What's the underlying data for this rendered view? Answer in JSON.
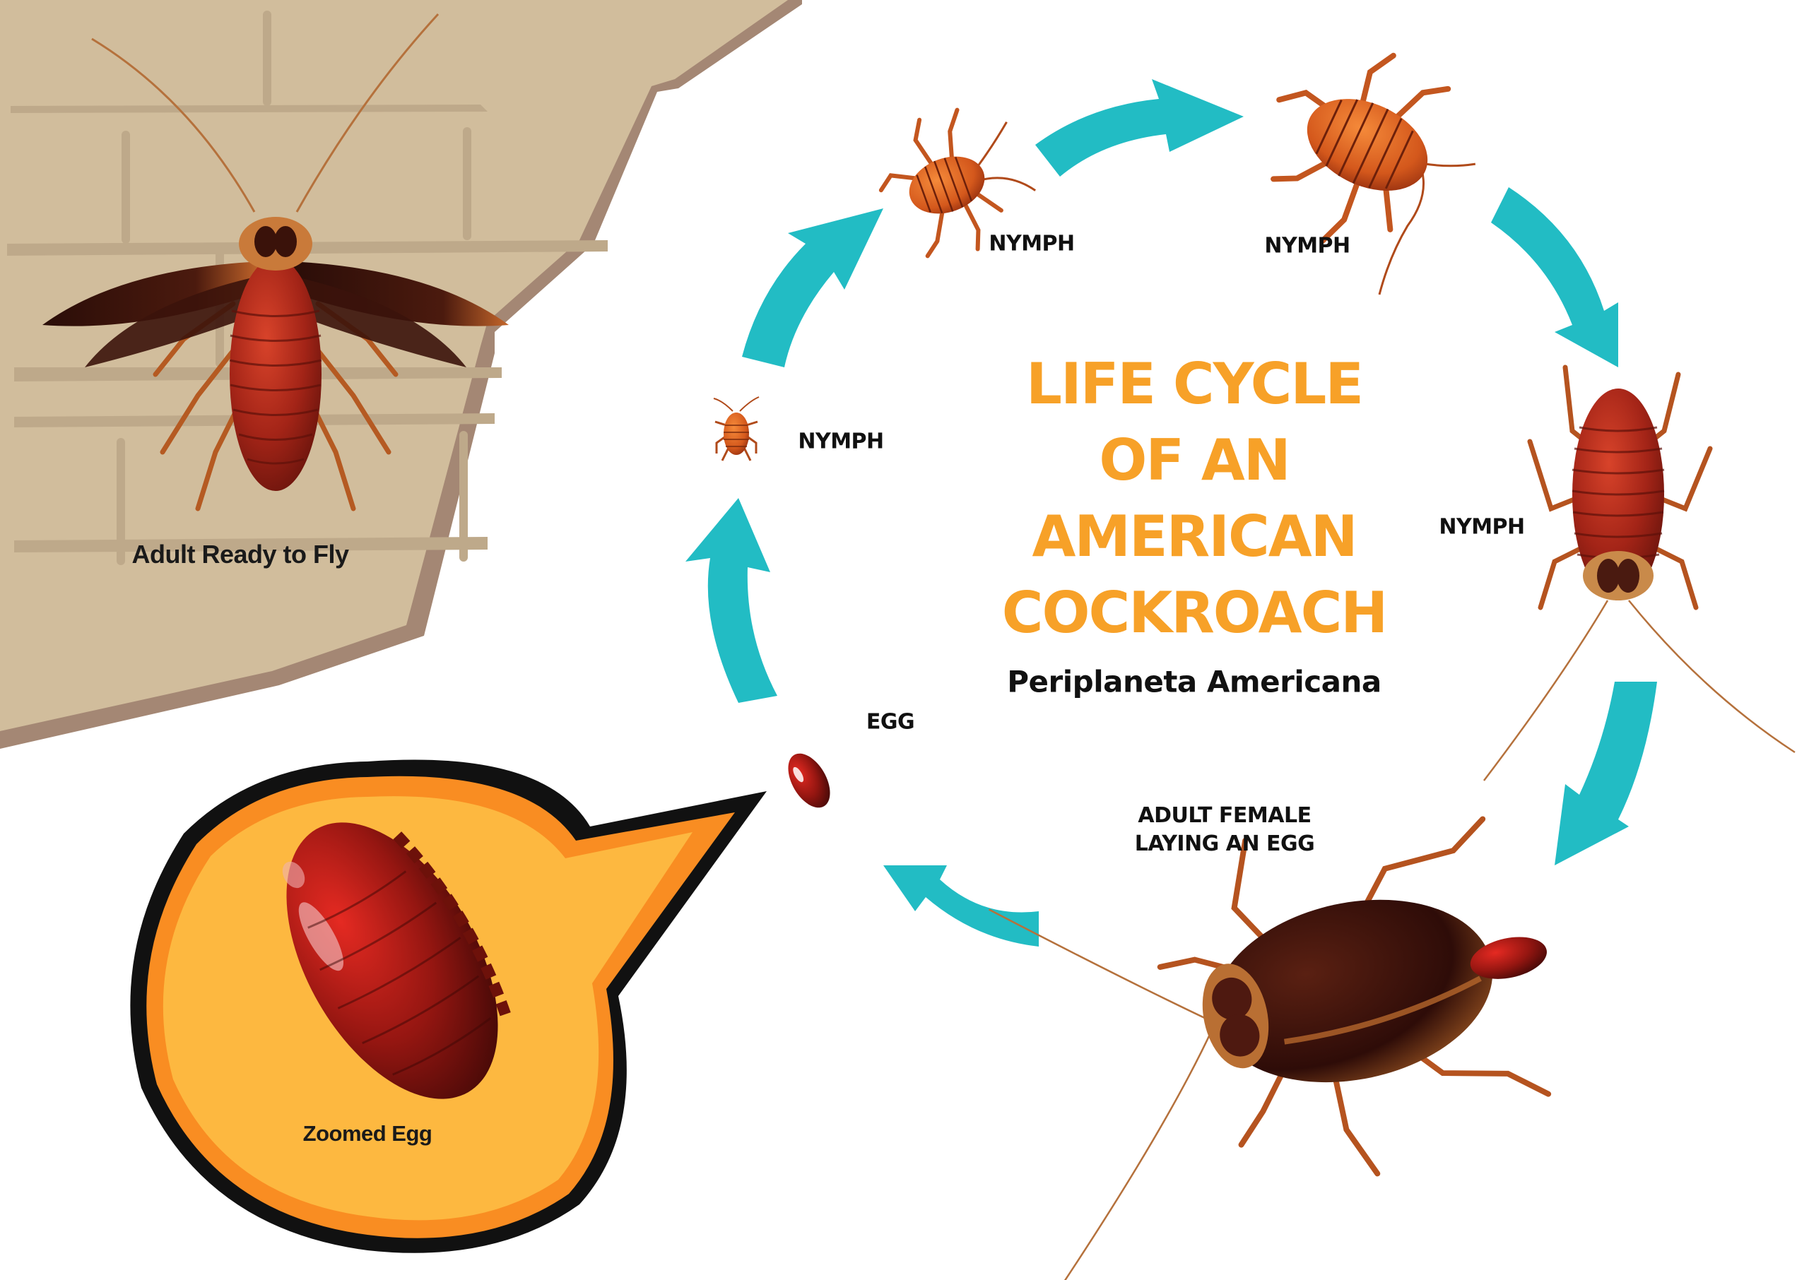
{
  "diagram": {
    "title_lines": [
      "LIFE CYCLE",
      "OF AN",
      "AMERICAN",
      "COCKROACH"
    ],
    "subtitle": "Periplaneta Americana",
    "colors": {
      "title": "#f7a128",
      "arrow": "#22bcc4",
      "wall_fill": "#d1bd9c",
      "wall_edge": "#a48774",
      "wall_mortar": "#bea98a",
      "bubble_outline": "#111111",
      "bubble_ring": "#f98d22",
      "bubble_fill": "#fdb840",
      "egg": "#8e1010"
    },
    "stages": [
      {
        "id": "egg",
        "label": "EGG"
      },
      {
        "id": "nymph-1",
        "label": "NYMPH"
      },
      {
        "id": "nymph-2",
        "label": "NYMPH"
      },
      {
        "id": "nymph-3",
        "label": "NYMPH"
      },
      {
        "id": "nymph-4",
        "label": "NYMPH"
      },
      {
        "id": "adult-female",
        "label_lines": [
          "ADULT FEMALE",
          "LAYING AN EGG"
        ]
      }
    ],
    "captions": {
      "adult_fly": "Adult Ready to Fly",
      "zoomed_egg": "Zoomed Egg"
    }
  }
}
